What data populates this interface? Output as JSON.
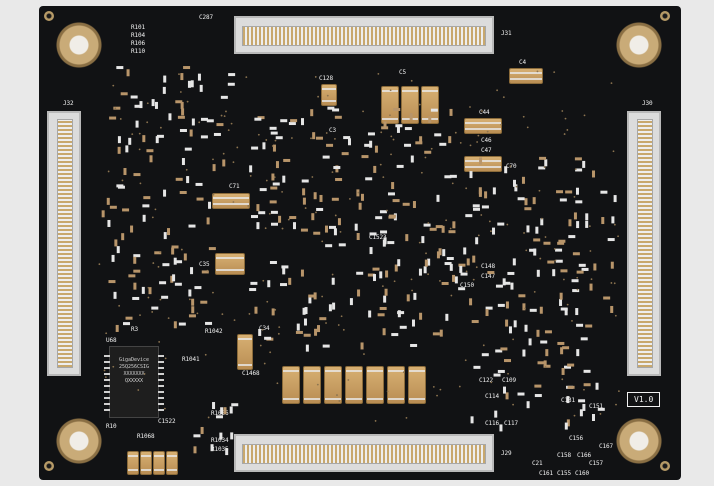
{
  "labels": {
    "j31": "J31",
    "j32": "J32",
    "j30": "J30",
    "j29": "J29",
    "u68": "U68",
    "version": "V1.0",
    "r101": "R101",
    "r104": "R104",
    "r106": "R106",
    "r110": "R110",
    "c287": "C287",
    "c128": "C128",
    "c3": "C3",
    "c5": "C5",
    "c4": "C4",
    "c44": "C44",
    "c46": "C46",
    "c47": "C47",
    "c70": "C70",
    "c71": "C71",
    "c35": "C35",
    "c34": "C34",
    "c148": "C148",
    "c147": "C147",
    "c150": "C150",
    "c122": "C122",
    "c109": "C109",
    "c114": "C114",
    "c116": "C116",
    "c117": "C117",
    "c131": "C131",
    "c151": "C151",
    "c156": "C156",
    "c157": "C157",
    "c158": "C158",
    "c166": "C166",
    "c167": "C167",
    "c21": "C21",
    "c160": "C160",
    "c155": "C155",
    "c161": "C161",
    "c1468": "C1468",
    "c1522": "C1522",
    "r1068": "R1068",
    "r1041": "R1041",
    "r1036": "R1036",
    "r1034": "R1034",
    "r1035": "R1035",
    "r1042": "R1042",
    "r10": "R10",
    "r3": "R3",
    "c1523": "C1523"
  },
  "chip_marking": [
    "GigaDevice",
    "25Q256CSIG",
    "XXXXXXX",
    "QXXXXX"
  ]
}
